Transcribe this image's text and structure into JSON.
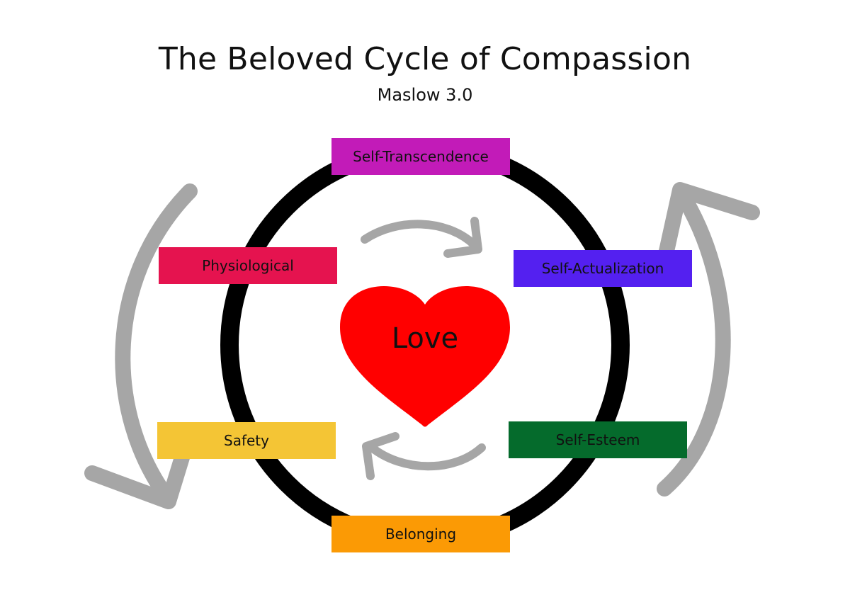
{
  "title": "The Beloved Cycle of Compassion",
  "subtitle": "Maslow 3.0",
  "center_label": "Love",
  "colors": {
    "ring": "#000000",
    "arrow": "#a6a6a6",
    "heart": "#ff0000"
  },
  "stages": [
    {
      "id": "self-transcendence",
      "label": "Self-Transcendence",
      "color": "#c21bb8"
    },
    {
      "id": "self-actualization",
      "label": "Self-Actualization",
      "color": "#5420f0"
    },
    {
      "id": "self-esteem",
      "label": "Self-Esteem",
      "color": "#056b2c"
    },
    {
      "id": "belonging",
      "label": "Belonging",
      "color": "#fb9a05"
    },
    {
      "id": "safety",
      "label": "Safety",
      "color": "#f4c535"
    },
    {
      "id": "physiological",
      "label": "Physiological",
      "color": "#e5134f"
    }
  ],
  "icons": [
    "cycle-arrow-icon",
    "heart-icon"
  ]
}
